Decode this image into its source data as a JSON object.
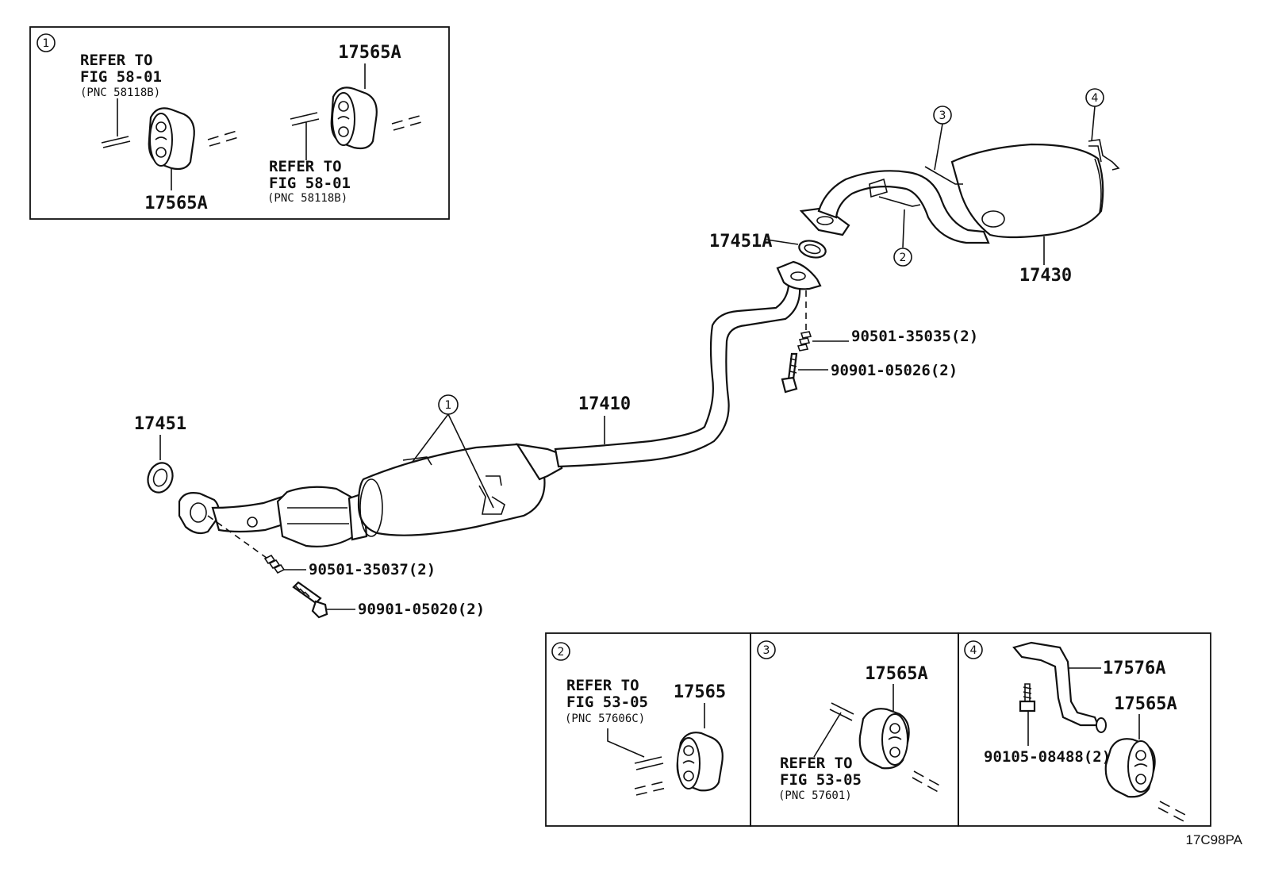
{
  "diagram_id": "17C98PA",
  "parts": {
    "p17451": "17451",
    "p17410": "17410",
    "p17451A": "17451A",
    "p17430": "17430",
    "gasket_upper": "90501-35035(2)",
    "bolt_upper": "90901-05026(2)",
    "gasket_lower": "90501-35037(2)",
    "bolt_lower": "90901-05020(2)"
  },
  "callouts": {
    "c1": "1",
    "c2": "2",
    "c3": "3",
    "c4": "4"
  },
  "inset1": {
    "num": "1",
    "refer_left": {
      "line1": "REFER TO",
      "line2": "FIG 58-01",
      "line3": "(PNC 58118B)"
    },
    "refer_right": {
      "line1": "REFER TO",
      "line2": "FIG 58-01",
      "line3": "(PNC 58118B)"
    },
    "part_top": "17565A",
    "part_bottom": "17565A"
  },
  "inset2": {
    "num": "2",
    "refer": {
      "line1": "REFER TO",
      "line2": "FIG 53-05",
      "line3": "(PNC 57606C)"
    },
    "part": "17565"
  },
  "inset3": {
    "num": "3",
    "refer": {
      "line1": "REFER TO",
      "line2": "FIG 53-05",
      "line3": "(PNC 57601)"
    },
    "part": "17565A"
  },
  "inset4": {
    "num": "4",
    "bracket": "17576A",
    "part": "17565A",
    "bolt": "90105-08488(2)"
  }
}
